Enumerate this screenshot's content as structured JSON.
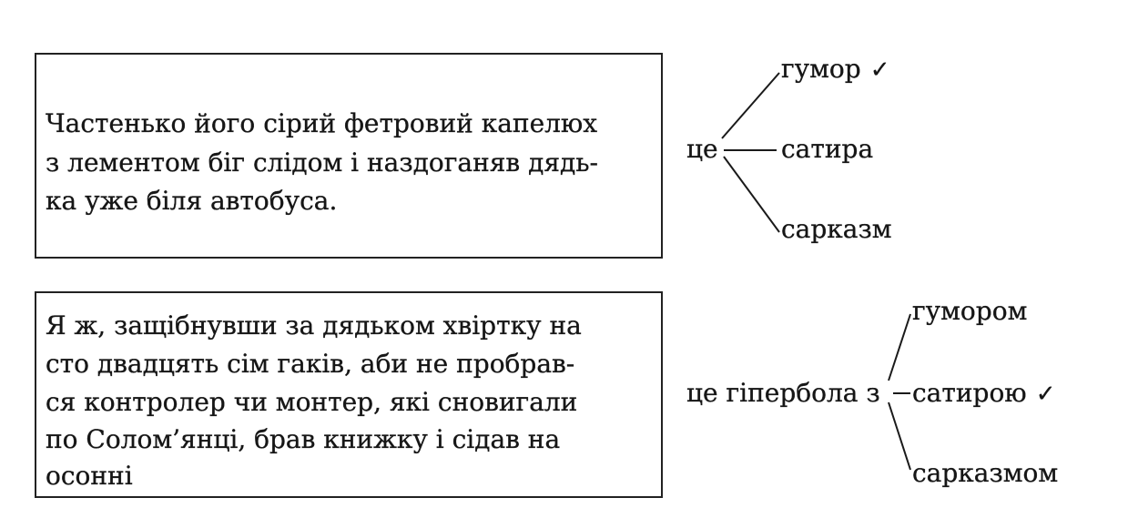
{
  "exercise1": {
    "quote_lines": [
      "Частенько його сірий фетровий капелюх",
      "з лементом біг слідом і наздоганяв дядь-",
      "ка уже біля автобуса."
    ],
    "stem": "це",
    "options": [
      "гумор",
      "сатира",
      "сарказм"
    ],
    "selected_index": 0,
    "check_mark": "✓"
  },
  "exercise2": {
    "quote_lines": [
      "Я ж, защібнувши за дядьком хвіртку на",
      "сто двадцять сім гаків, аби не пробрав-",
      "ся контролер чи монтер, які сновигали",
      "по Солом’янці, брав книжку і сідав на",
      "осонні"
    ],
    "stem": "це гіпербола з",
    "options": [
      "гуморoм",
      "сатирою",
      "сарказмом"
    ],
    "selected_index": 1,
    "check_mark": "✓"
  }
}
